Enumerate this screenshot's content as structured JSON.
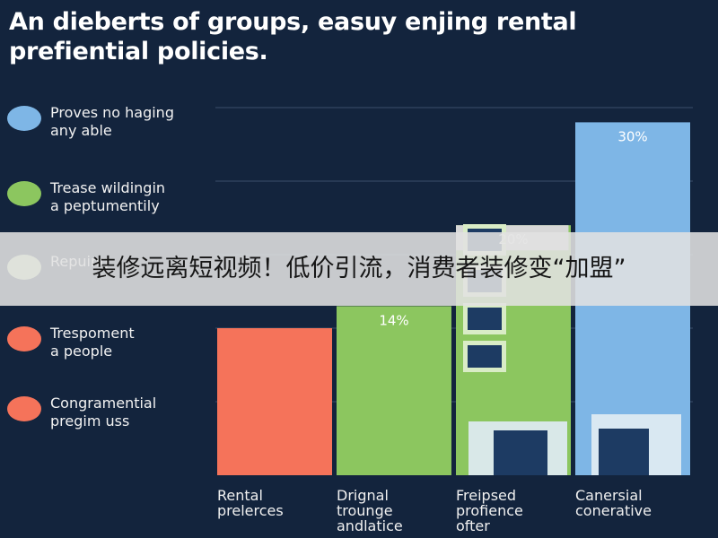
{
  "colors": {
    "background": "#13243d",
    "blue": "#7eb6e6",
    "green": "#8cc65f",
    "light_green": "#c9e6ad",
    "orange": "#f5735a",
    "grid": "#2e405c",
    "building_window": "#1d3b63"
  },
  "banner": {
    "text": "装修远离短视频！低价引流，消费者装修变“加盟”"
  },
  "chart_data": {
    "type": "bar",
    "title": "An dieberts of groups, easuy enjing rental prefiential policies.",
    "categories": [
      "Rental\nprelerces",
      "Drignal\ntrounge\nandlatice",
      "Freipsed\nprofience\nofter",
      "Canersial\nconerative"
    ],
    "values": [
      20,
      23,
      34,
      48
    ],
    "data_labels": [
      "",
      "14%",
      "20%",
      "30%"
    ],
    "bar_colors": [
      "#f5735a",
      "#8cc65f",
      "#8cc65f",
      "#7eb6e6"
    ],
    "legend": [
      {
        "label": "Proves no haging\nany able",
        "color": "#7eb6e6"
      },
      {
        "label": "Trease wildingin\na peptumentily",
        "color": "#8cc65f"
      },
      {
        "label": "Repuing",
        "color": "#c9e6ad"
      },
      {
        "label": "Trespoment\na people",
        "color": "#f5735a"
      },
      {
        "label": "Congramential\npregim uss",
        "color": "#f5735a"
      }
    ],
    "grid": true,
    "ylim": [
      0,
      50
    ],
    "legend_position": "left"
  }
}
